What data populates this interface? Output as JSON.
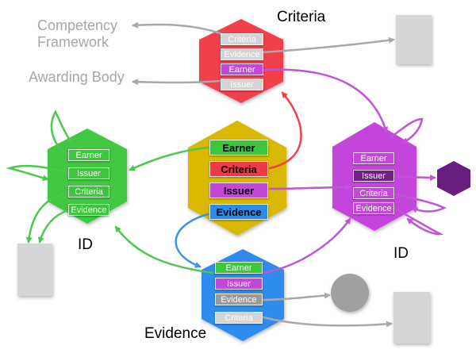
{
  "colors": {
    "criteria_hex": "#f2414b",
    "id_left_hex": "#3fc83f",
    "center_hex": "#d8b800",
    "id_right_hex": "#c445dc",
    "evidence_hex": "#2e8cee",
    "small_hex": "#6a1f80",
    "doc": "#d6d6d6",
    "circle": "#a0a0a0",
    "arrow_grey": "#a8a8a8",
    "arrow_red": "#f2414b",
    "arrow_green": "#4cc84c",
    "arrow_purple": "#c154d8",
    "arrow_blue": "#3d93e9"
  },
  "labels": {
    "criteria_title": "Criteria",
    "competency_framework_line1": "Competency",
    "competency_framework_line2": "Framework",
    "awarding_body": "Awarding Body",
    "id_left": "ID",
    "id_right": "ID",
    "evidence_title": "Evidence"
  },
  "center": {
    "fields": [
      "Earner",
      "Criteria",
      "Issuer",
      "Evidence"
    ]
  },
  "criteria_node": {
    "fields": [
      "Criteria",
      "Evidence",
      "Earner",
      "Issuer"
    ]
  },
  "id_left_node": {
    "fields": [
      "Earner",
      "Issuer",
      "Criteria",
      "Evidence"
    ]
  },
  "id_right_node": {
    "fields": [
      "Earner",
      "Issuer",
      "Criteria",
      "Evidence"
    ]
  },
  "evidence_node": {
    "fields": [
      "Earner",
      "Issuer",
      "Evidence",
      "Criteria"
    ]
  }
}
